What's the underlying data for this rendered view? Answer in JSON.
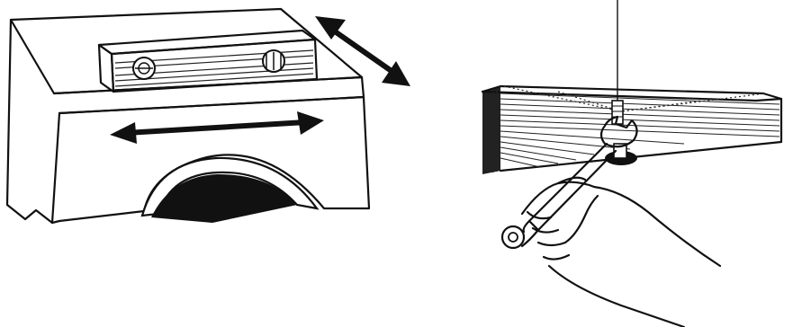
{
  "figure": {
    "panels": [
      {
        "id": "left",
        "subject": "appliance-top-with-spirit-level",
        "arrows": [
          "side-to-side",
          "front-to-back"
        ]
      },
      {
        "id": "right",
        "subject": "adjusting-leveling-foot-with-wrench"
      }
    ],
    "colors": {
      "ink": "#111111",
      "background": "#ffffff"
    },
    "icons": [
      "double-arrow-icon",
      "spirit-level-icon",
      "wrench-icon",
      "hand-icon"
    ]
  }
}
